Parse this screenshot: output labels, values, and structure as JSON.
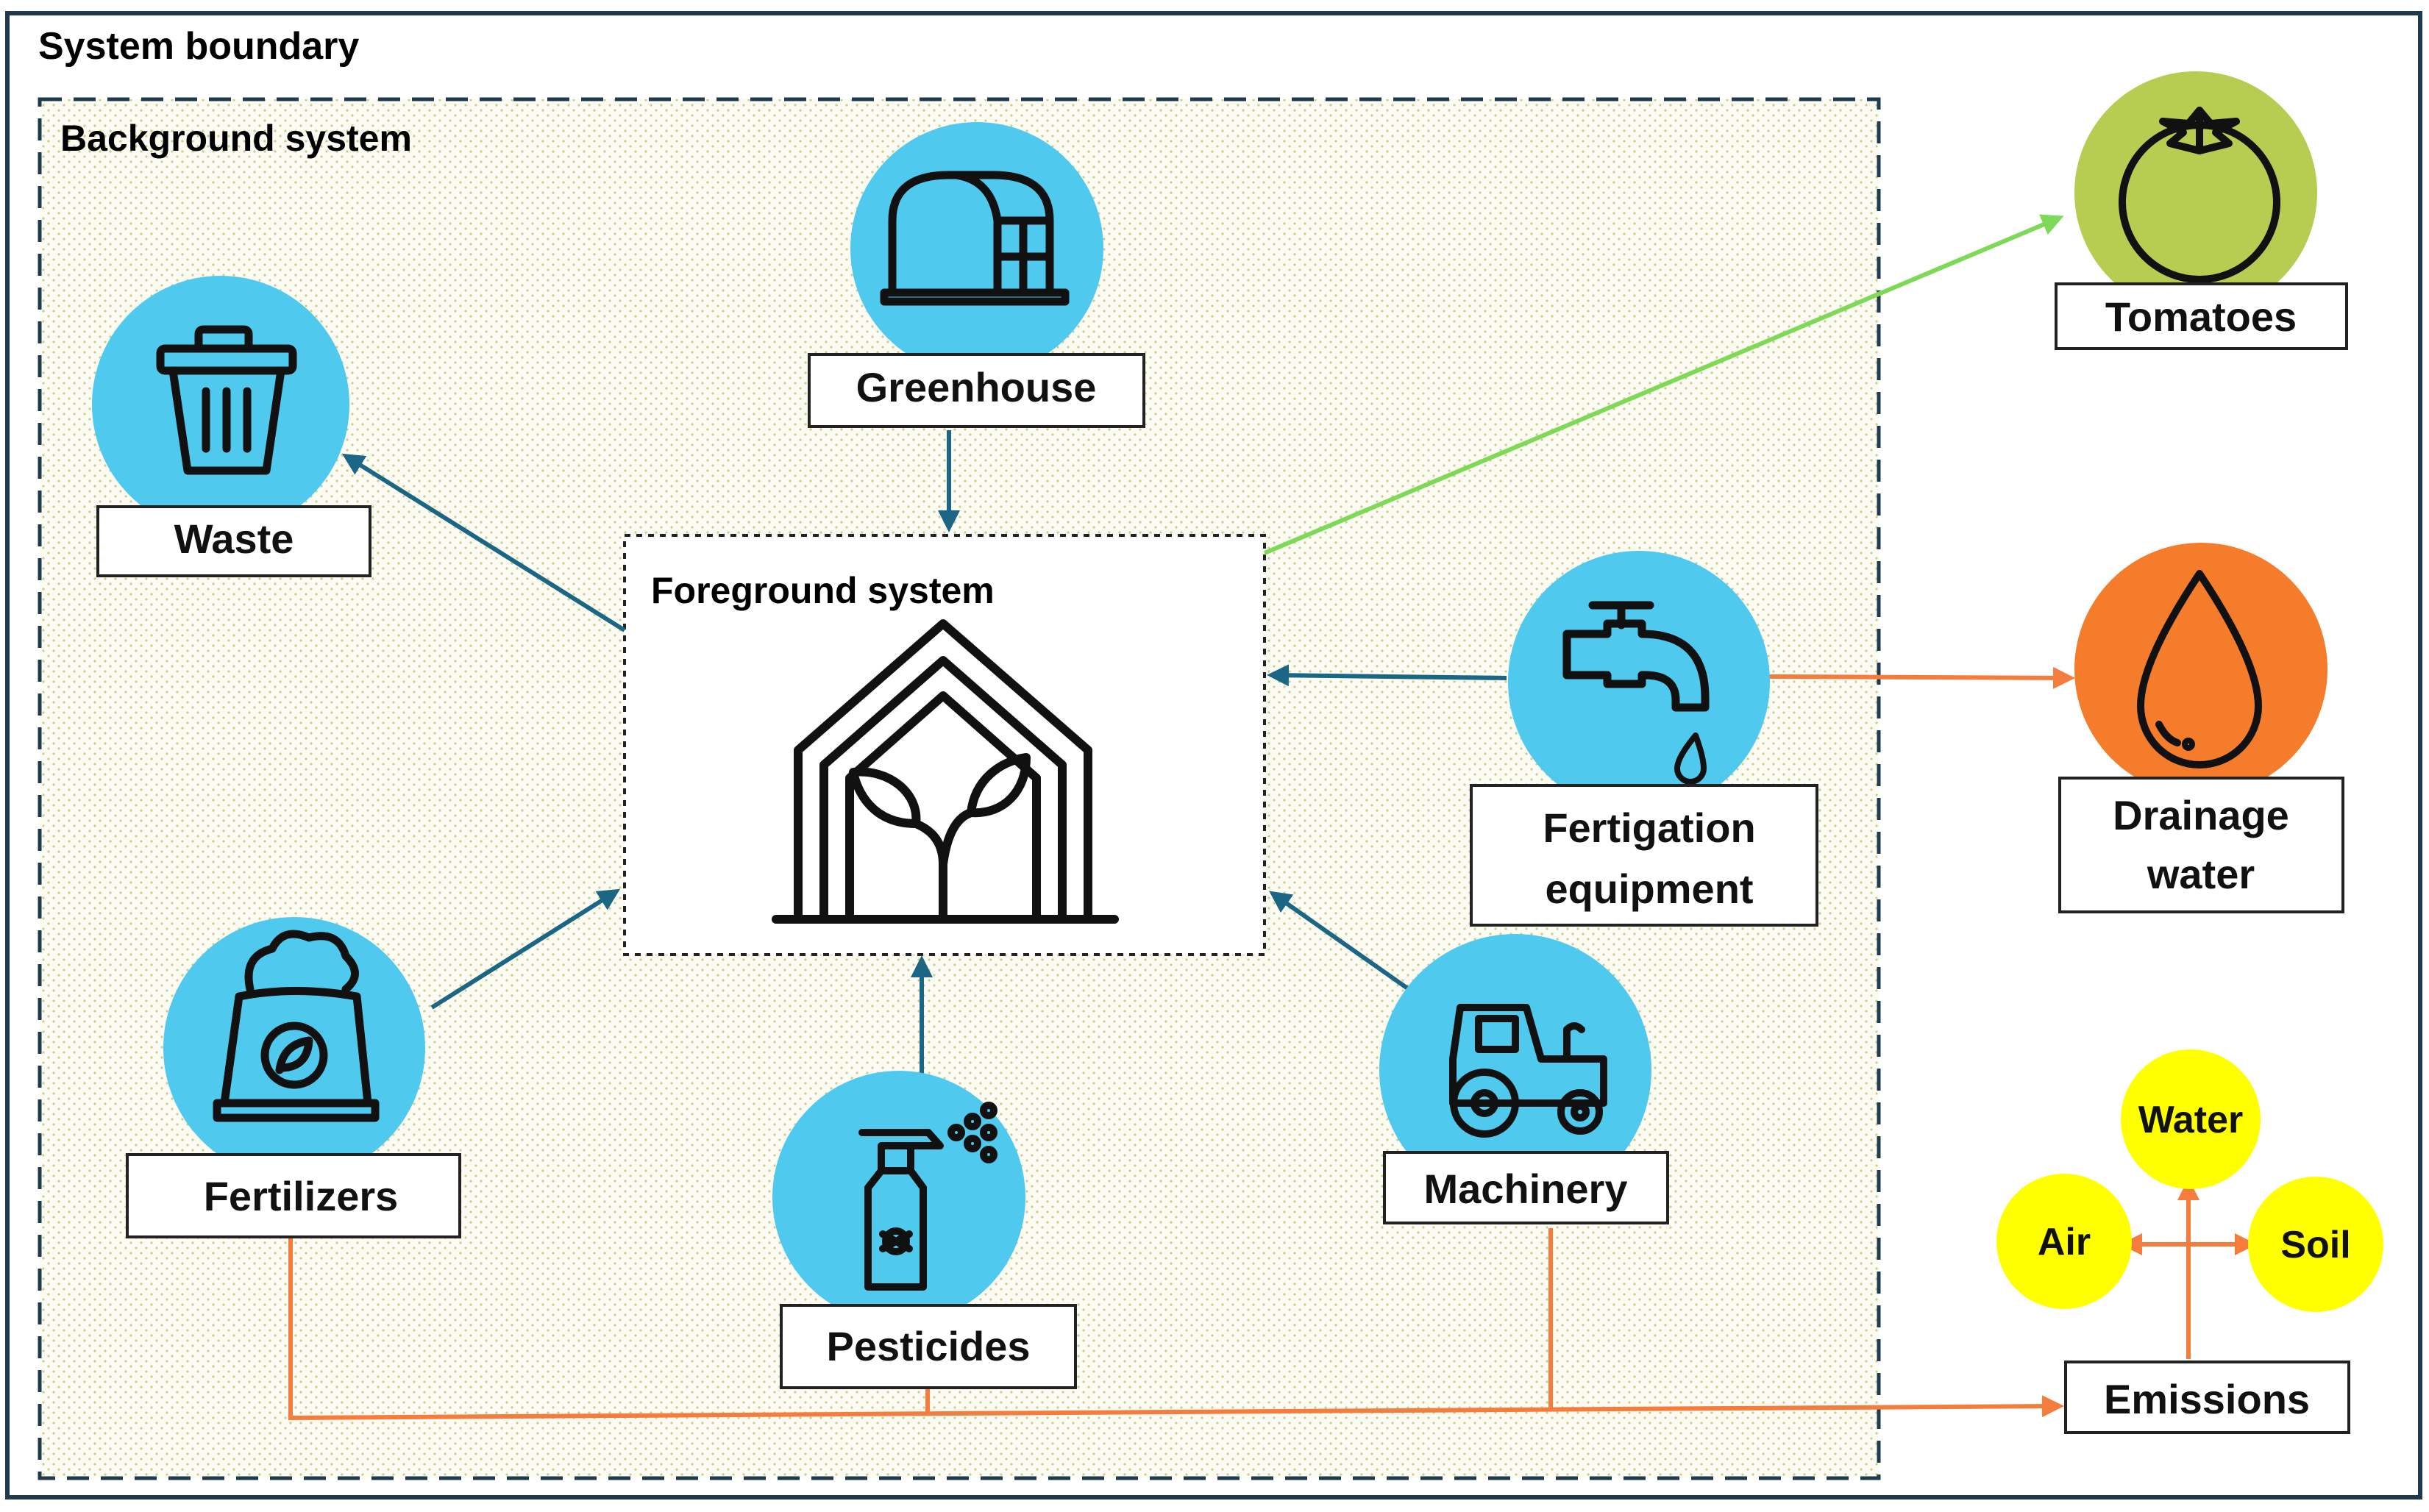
{
  "diagram": {
    "system_boundary_label": "System boundary",
    "background_system_label": "Background system",
    "foreground_system_label": "Foreground system",
    "nodes": {
      "greenhouse": "Greenhouse",
      "waste": "Waste",
      "fertigation_line1": "Fertigation",
      "fertigation_line2": "equipment",
      "fertilizers": "Fertilizers",
      "pesticides": "Pesticides",
      "machinery": "Machinery",
      "tomatoes": "Tomatoes",
      "drainage_line1": "Drainage",
      "drainage_line2": "water",
      "emissions": "Emissions",
      "water": "Water",
      "air": "Air",
      "soil": "Soil"
    },
    "colors": {
      "input_circle": "#4fc9ed",
      "input_arrow": "#1c6685",
      "product_arrow": "#7ed957",
      "emission_arrow": "#f47c3c",
      "tomato_circle": "#b6cd52",
      "drainage_circle": "#f47c2a",
      "compartment_circle": "#ffff00",
      "boundary_border": "#1f3a4d"
    }
  }
}
